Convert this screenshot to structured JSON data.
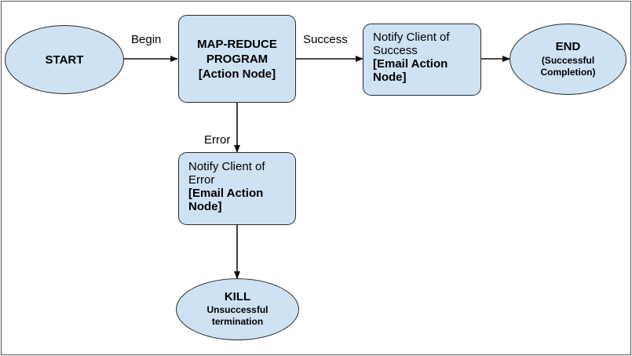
{
  "nodes": {
    "start": {
      "label": "START"
    },
    "mapreduce": {
      "line1": "MAP-REDUCE",
      "line2": "PROGRAM",
      "line3": "[Action Node]"
    },
    "notify_success": {
      "line1": "Notify Client of",
      "line2": "Success",
      "line3": "[Email Action",
      "line4": "Node]"
    },
    "end": {
      "title": "END",
      "sub1": "(Successful",
      "sub2": "Completion)"
    },
    "notify_error": {
      "line1": "Notify Client of",
      "line2": "Error",
      "line3": "[Email Action",
      "line4": "Node]"
    },
    "kill": {
      "title": "KILL",
      "sub1": "Unsuccessful",
      "sub2": "termination"
    }
  },
  "edges": {
    "begin": "Begin",
    "success": "Success",
    "error": "Error"
  },
  "colors": {
    "node_fill": "#cfe2f3",
    "stroke": "#2b2b2b"
  }
}
